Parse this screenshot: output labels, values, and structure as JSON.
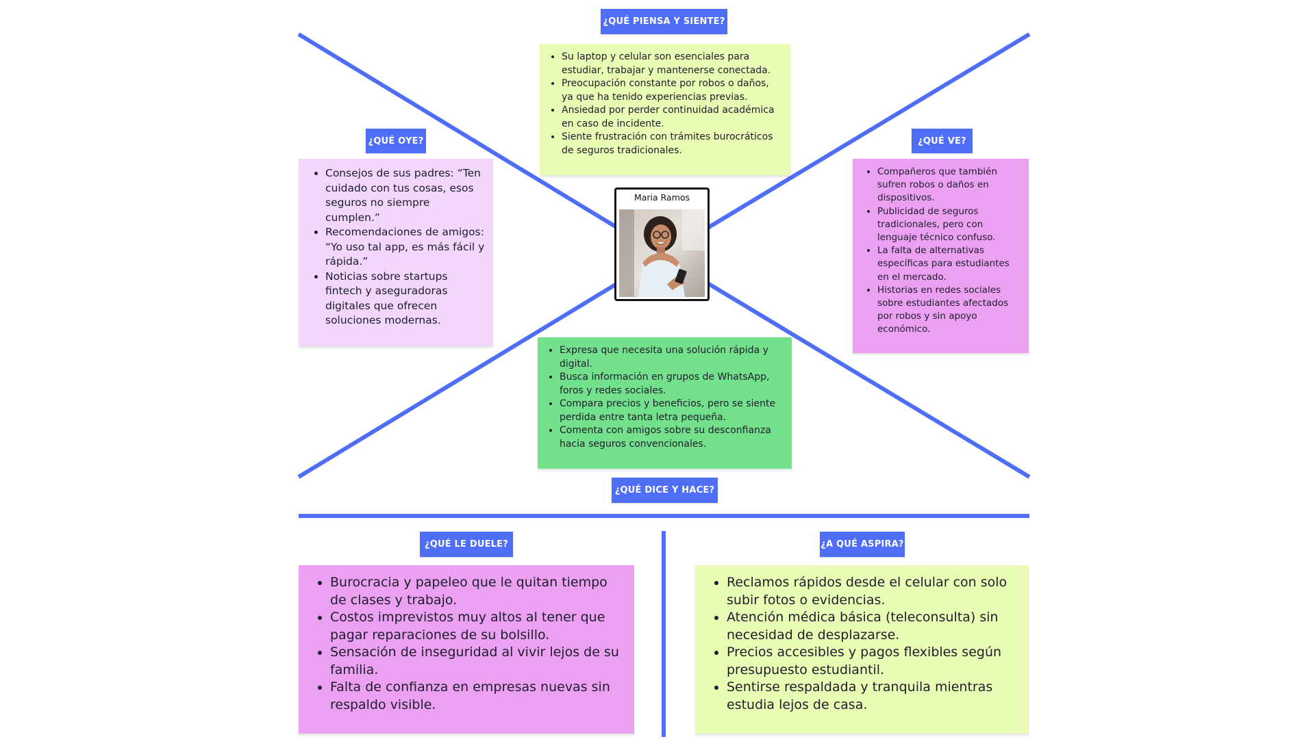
{
  "colors": {
    "accent": "#4f6ef7",
    "yellow_green": "#e9fcb4",
    "green": "#73e08c",
    "lavender": "#f2d6fb",
    "pink": "#eca0f2"
  },
  "persona": {
    "name": "Maria Ramos",
    "photo": "woman-smiling-holding-phone-photo"
  },
  "sections": {
    "thinks": {
      "title": "¿QUÉ PIENSA Y SIENTE?",
      "items": [
        "Su laptop y celular son esenciales para estudiar, trabajar y mantenerse conectada.",
        "Preocupación constante por robos o daños, ya que ha tenido experiencias previas.",
        "Ansiedad por perder continuidad académica en caso de incidente.",
        "Siente frustración con trámites burocráticos de seguros tradicionales."
      ]
    },
    "hears": {
      "title": "¿QUÉ OYE?",
      "items": [
        "Consejos de sus padres: “Ten cuidado con tus cosas, esos seguros no siempre cumplen.”",
        "Recomendaciones de amigos: “Yo uso tal app, es más fácil y rápida.”",
        "Noticias sobre startups fintech y aseguradoras digitales que ofrecen soluciones modernas."
      ]
    },
    "sees": {
      "title": "¿QUÉ VE?",
      "items": [
        "Compañeros que también sufren robos o daños en dispositivos.",
        "Publicidad de seguros tradicionales, pero con lenguaje técnico confuso.",
        "La falta de alternativas específicas para estudiantes en el mercado.",
        "Historias en redes sociales sobre estudiantes afectados por robos y sin apoyo económico."
      ]
    },
    "says": {
      "title": "¿QUÉ DICE Y HACE?",
      "items": [
        "Expresa que necesita una solución rápida y digital.",
        "Busca información en grupos de WhatsApp, foros y redes sociales.",
        "Compara precios y beneficios, pero se siente perdida entre tanta letra pequeña.",
        "Comenta con amigos sobre su desconfianza hacia seguros convencionales."
      ]
    },
    "pains": {
      "title": "¿QUÉ LE DUELE?",
      "items": [
        "Burocracia y papeleo que le quitan tiempo de clases y trabajo.",
        "Costos imprevistos muy altos al tener que pagar reparaciones de su bolsillo.",
        "Sensación de inseguridad al vivir lejos de su familia.",
        "Falta de confianza en empresas nuevas sin respaldo visible."
      ]
    },
    "gains": {
      "title": "¿A QUÉ ASPIRA?",
      "items": [
        "Reclamos rápidos desde el celular con solo subir fotos o evidencias.",
        "Atención médica básica (teleconsulta) sin necesidad de desplazarse.",
        "Precios accesibles y pagos flexibles según presupuesto estudiantil.",
        "Sentirse respaldada y tranquila mientras estudia lejos de casa."
      ]
    }
  }
}
